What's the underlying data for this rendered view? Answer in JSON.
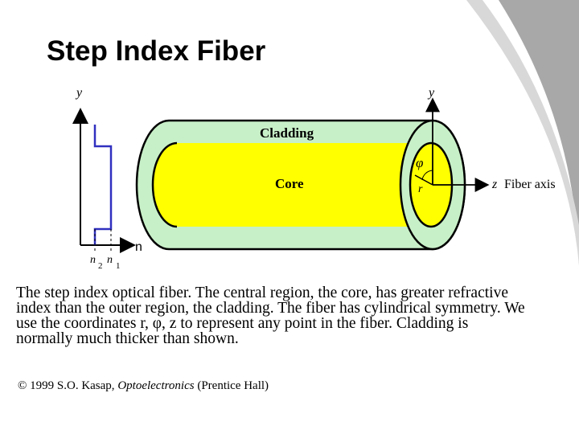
{
  "slide": {
    "title": "Step Index Fiber",
    "colors": {
      "cladding": "#c8f0c8",
      "core": "#ffff00",
      "profile_line": "#3030c0",
      "background_shape": "#a0a0a0"
    }
  },
  "diagram": {
    "profile": {
      "y_axis_label": "y",
      "n_axis_label": "n",
      "n2_label": "n",
      "n2_sub": "2",
      "n1_label": "n",
      "n1_sub": "1"
    },
    "fiber": {
      "cladding_label": "Cladding",
      "core_label": "Core",
      "y_axis_label": "y",
      "phi_label": "φ",
      "r_label": "r",
      "z_label": "z",
      "fiber_axis_label": "Fiber axis"
    }
  },
  "caption": {
    "lines": [
      "The step index optical fiber. The central region, the core, has greater refractive",
      "index than the outer region, the cladding. The fiber has cylindrical symmetry. We",
      "use the coordinates r, φ, z to represent any point in the fiber. Cladding is",
      "normally much thicker than shown."
    ]
  },
  "copyright": {
    "prefix": "© 1999 S.O. Kasap, ",
    "book": "Optoelectronics",
    "suffix": " (Prentice Hall)"
  }
}
